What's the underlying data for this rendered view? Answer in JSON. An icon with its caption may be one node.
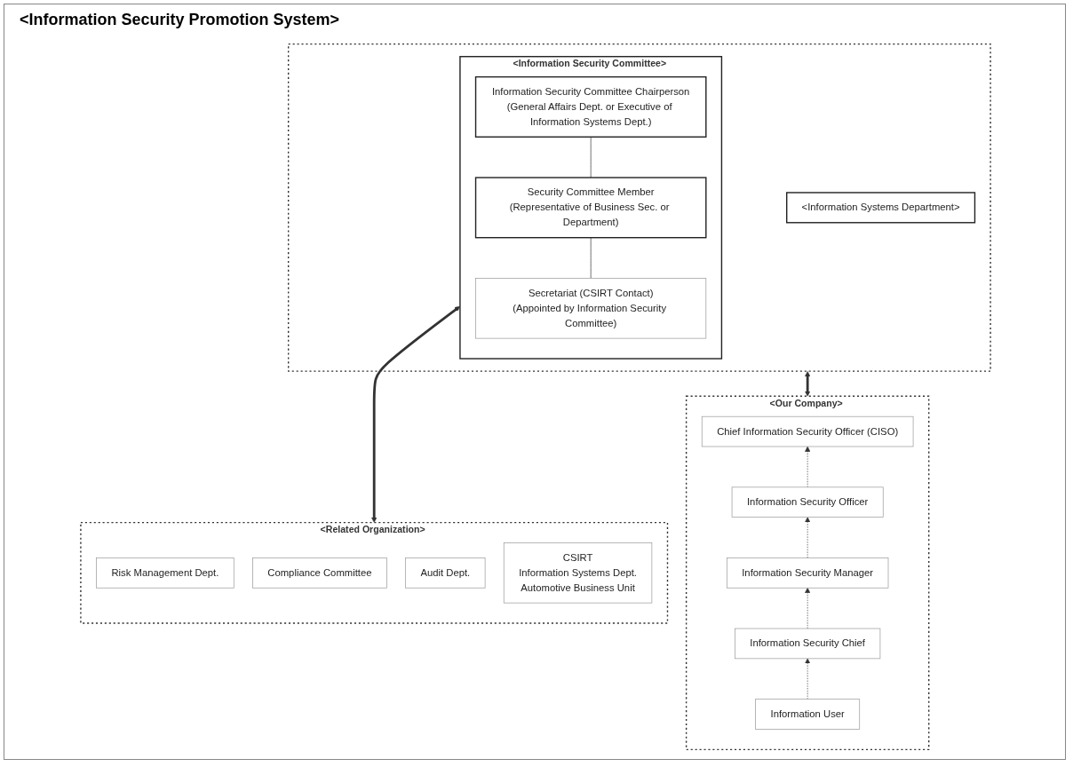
{
  "diagram": {
    "title": "<Information Security Promotion System>",
    "nodes": [
      {
        "text": [],
        "shape": "box"
      },
      {
        "text": [
          "<Information Security Committee>"
        ],
        "in": 0
      },
      {
        "text": [
          "Information Security Committee Chairperson",
          "(General Affairs Dept. or Executive of Information Systems Dept.)"
        ],
        "in": 1
      },
      {
        "text": [
          "Security Committee Member",
          "(Representative of Business Sec. or Department)"
        ],
        "in": 1
      },
      {
        "text": [
          "Secretariat (CSIRT Contact)",
          "(Appointed by Information Security Committee)"
        ],
        "in": 1
      },
      {
        "text": [
          "<Information Systems Department>"
        ],
        "in": 0
      },
      {
        "text": [
          "<Related Organization>"
        ]
      },
      {
        "text": [
          "Risk Management Dept."
        ],
        "in": 6
      },
      {
        "text": [
          "Compliance Committee"
        ],
        "in": 6
      },
      {
        "text": [
          "Audit Dept."
        ],
        "in": 6
      },
      {
        "text": [
          "CSIRT",
          "Information Systems Dept.",
          "Automotive Business Unit"
        ],
        "in": 6
      },
      {
        "text": [
          "<Our Company>"
        ]
      },
      {
        "text": [
          "Chief Information Security Officer (CISO)"
        ],
        "in": 11
      },
      {
        "text": [
          "Information Security Officer"
        ],
        "in": 11
      },
      {
        "text": [
          "Information Security Manager"
        ],
        "in": 11
      },
      {
        "text": [
          "Information Security Chief"
        ],
        "in": 11
      },
      {
        "text": [
          "Information User"
        ],
        "in": 11
      }
    ],
    "edges": [
      {
        "from": 1,
        "to": 6,
        "arrow": "both",
        "style": "thick"
      },
      {
        "from": 2,
        "to": 3,
        "arrow": "none"
      },
      {
        "from": 3,
        "to": 4,
        "arrow": "none"
      },
      {
        "from": 0,
        "to": 11,
        "arrow": "both",
        "style": "thick"
      },
      {
        "from": 16,
        "to": 15,
        "arrow": "to",
        "style": "dashed"
      },
      {
        "from": 15,
        "to": 14,
        "arrow": "to",
        "style": "dashed"
      },
      {
        "from": 14,
        "to": 13,
        "arrow": "to",
        "style": "dashed"
      },
      {
        "from": 13,
        "to": 12,
        "arrow": "to",
        "style": "dashed"
      }
    ]
  }
}
